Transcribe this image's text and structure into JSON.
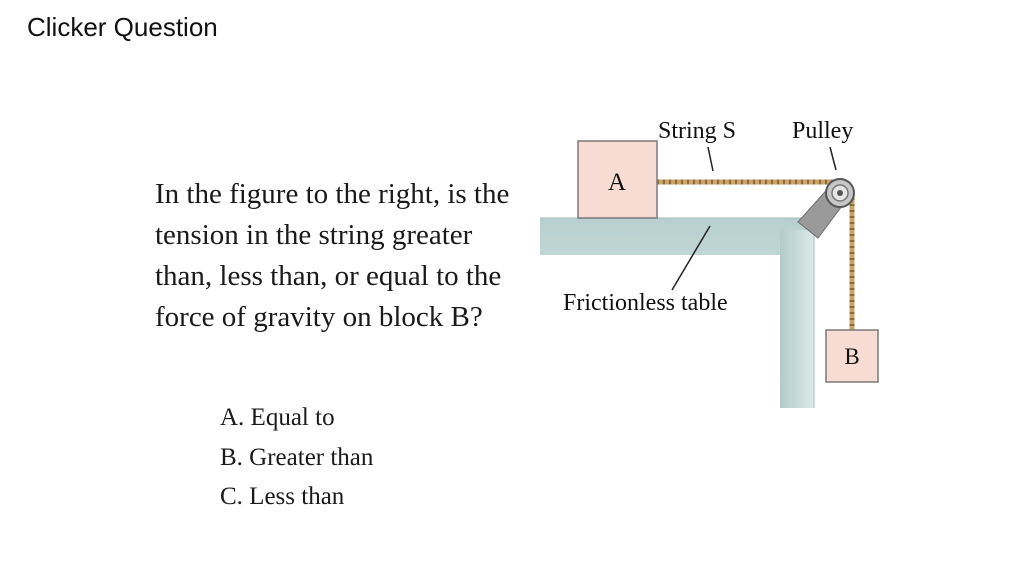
{
  "slide": {
    "title": "Clicker Question",
    "question": "In the figure to the right, is the tension in the string greater than, less than, or equal to  the force of gravity on block B?",
    "answers": [
      {
        "label": "A. Equal to"
      },
      {
        "label": "B. Greater than"
      },
      {
        "label": "C. Less than"
      }
    ]
  },
  "figure": {
    "block_a_label": "A",
    "block_b_label": "B",
    "string_label": "String S",
    "pulley_label": "Pulley",
    "table_label": "Frictionless table",
    "colors": {
      "block_fill": "#f7dcd3",
      "table_fill": "#c9dedd",
      "string": "#c9a46a"
    }
  }
}
